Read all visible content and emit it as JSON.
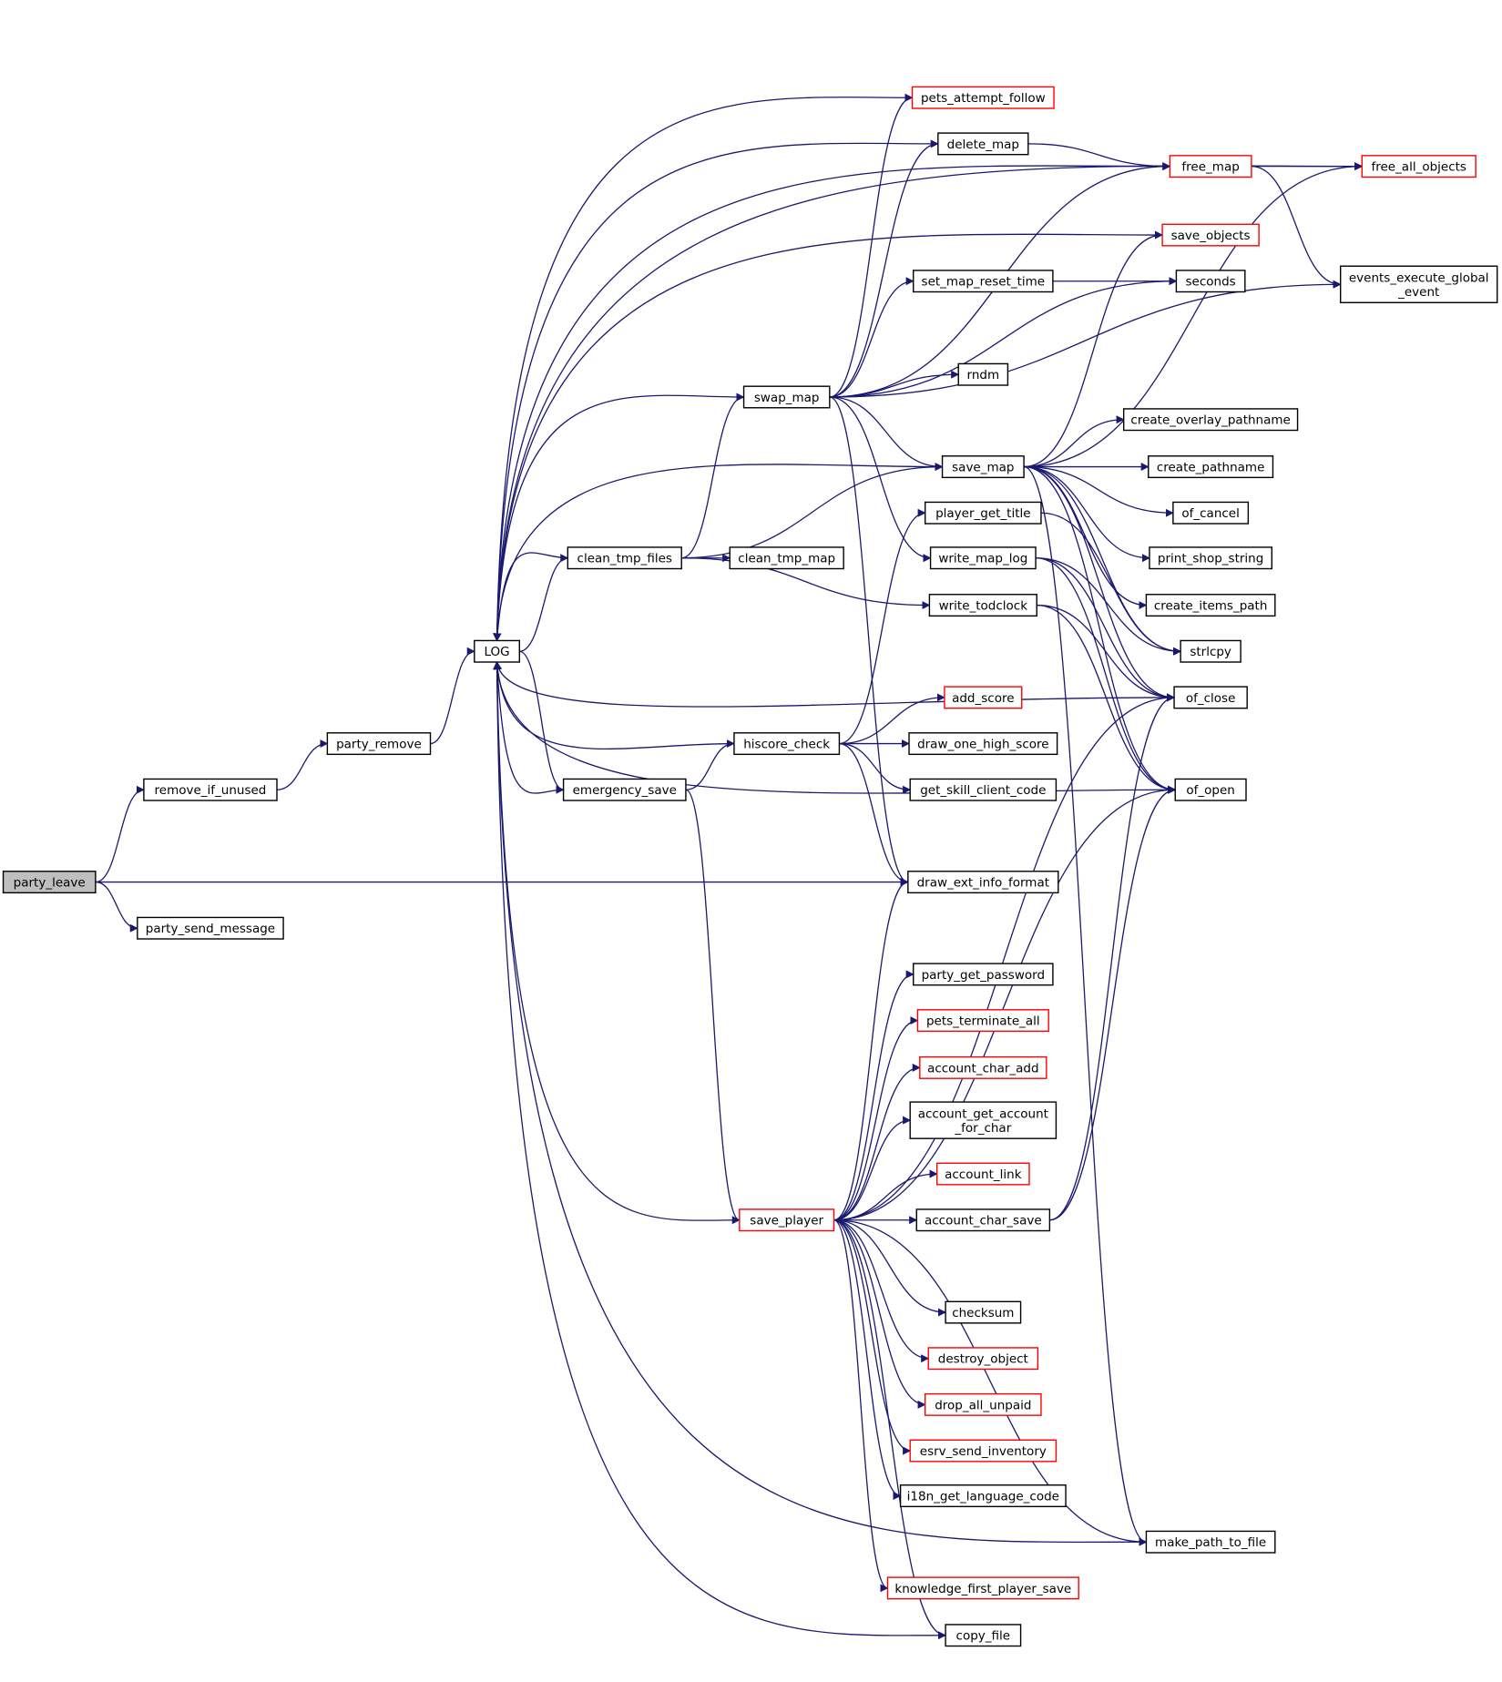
{
  "colors": {
    "edge": "#191970",
    "border_normal": "#000000",
    "border_truncated": "#ff0000",
    "root_fill": "#bfbfbf",
    "node_fill": "#ffffff"
  },
  "nodes": [
    {
      "id": "party_leave",
      "label": "party_leave",
      "style": "root"
    },
    {
      "id": "remove_if_unused",
      "label": "remove_if_unused",
      "style": "normal"
    },
    {
      "id": "party_send_message",
      "label": "party_send_message",
      "style": "normal"
    },
    {
      "id": "party_remove",
      "label": "party_remove",
      "style": "normal"
    },
    {
      "id": "LOG",
      "label": "LOG",
      "style": "normal"
    },
    {
      "id": "clean_tmp_files",
      "label": "clean_tmp_files",
      "style": "normal"
    },
    {
      "id": "emergency_save",
      "label": "emergency_save",
      "style": "normal"
    },
    {
      "id": "clean_tmp_map",
      "label": "clean_tmp_map",
      "style": "normal"
    },
    {
      "id": "swap_map",
      "label": "swap_map",
      "style": "normal"
    },
    {
      "id": "hiscore_check",
      "label": "hiscore_check",
      "style": "normal"
    },
    {
      "id": "save_player",
      "label": "save_player",
      "style": "truncated"
    },
    {
      "id": "pets_attempt_follow",
      "label": "pets_attempt_follow",
      "style": "truncated"
    },
    {
      "id": "delete_map",
      "label": "delete_map",
      "style": "normal"
    },
    {
      "id": "set_map_reset_time",
      "label": "set_map_reset_time",
      "style": "normal"
    },
    {
      "id": "rndm",
      "label": "rndm",
      "style": "normal"
    },
    {
      "id": "save_map",
      "label": "save_map",
      "style": "normal"
    },
    {
      "id": "player_get_title",
      "label": "player_get_title",
      "style": "normal"
    },
    {
      "id": "write_map_log",
      "label": "write_map_log",
      "style": "normal"
    },
    {
      "id": "write_todclock",
      "label": "write_todclock",
      "style": "normal"
    },
    {
      "id": "add_score",
      "label": "add_score",
      "style": "truncated"
    },
    {
      "id": "draw_one_high_score",
      "label": "draw_one_high_score",
      "style": "normal"
    },
    {
      "id": "get_skill_client_code",
      "label": "get_skill_client_code",
      "style": "normal"
    },
    {
      "id": "draw_ext_info_format",
      "label": "draw_ext_info_format",
      "style": "normal"
    },
    {
      "id": "party_get_password",
      "label": "party_get_password",
      "style": "normal"
    },
    {
      "id": "pets_terminate_all",
      "label": "pets_terminate_all",
      "style": "truncated"
    },
    {
      "id": "account_char_add",
      "label": "account_char_add",
      "style": "truncated"
    },
    {
      "id": "account_get_account_for_char",
      "label": "account_get_account\n_for_char",
      "style": "normal"
    },
    {
      "id": "account_link",
      "label": "account_link",
      "style": "truncated"
    },
    {
      "id": "account_char_save",
      "label": "account_char_save",
      "style": "normal"
    },
    {
      "id": "checksum",
      "label": "checksum",
      "style": "normal"
    },
    {
      "id": "destroy_object",
      "label": "destroy_object",
      "style": "truncated"
    },
    {
      "id": "drop_all_unpaid",
      "label": "drop_all_unpaid",
      "style": "truncated"
    },
    {
      "id": "esrv_send_inventory",
      "label": "esrv_send_inventory",
      "style": "truncated"
    },
    {
      "id": "i18n_get_language_code",
      "label": "i18n_get_language_code",
      "style": "normal"
    },
    {
      "id": "knowledge_first_player_save",
      "label": "knowledge_first_player_save",
      "style": "truncated"
    },
    {
      "id": "copy_file",
      "label": "copy_file",
      "style": "normal"
    },
    {
      "id": "free_map",
      "label": "free_map",
      "style": "truncated"
    },
    {
      "id": "save_objects",
      "label": "save_objects",
      "style": "truncated"
    },
    {
      "id": "seconds",
      "label": "seconds",
      "style": "normal"
    },
    {
      "id": "create_overlay_pathname",
      "label": "create_overlay_pathname",
      "style": "normal"
    },
    {
      "id": "create_pathname",
      "label": "create_pathname",
      "style": "normal"
    },
    {
      "id": "of_cancel",
      "label": "of_cancel",
      "style": "normal"
    },
    {
      "id": "print_shop_string",
      "label": "print_shop_string",
      "style": "normal"
    },
    {
      "id": "create_items_path",
      "label": "create_items_path",
      "style": "normal"
    },
    {
      "id": "strlcpy",
      "label": "strlcpy",
      "style": "normal"
    },
    {
      "id": "of_close",
      "label": "of_close",
      "style": "normal"
    },
    {
      "id": "of_open",
      "label": "of_open",
      "style": "normal"
    },
    {
      "id": "make_path_to_file",
      "label": "make_path_to_file",
      "style": "normal"
    },
    {
      "id": "free_all_objects",
      "label": "free_all_objects",
      "style": "truncated"
    },
    {
      "id": "events_execute_global_event",
      "label": "events_execute_global\n_event",
      "style": "normal"
    }
  ],
  "edges": [
    [
      "party_leave",
      "remove_if_unused"
    ],
    [
      "party_leave",
      "party_send_message"
    ],
    [
      "party_leave",
      "draw_ext_info_format"
    ],
    [
      "remove_if_unused",
      "party_remove"
    ],
    [
      "party_remove",
      "LOG"
    ],
    [
      "LOG",
      "clean_tmp_files"
    ],
    [
      "LOG",
      "emergency_save"
    ],
    [
      "clean_tmp_files",
      "clean_tmp_map"
    ],
    [
      "clean_tmp_files",
      "swap_map"
    ],
    [
      "clean_tmp_files",
      "save_map"
    ],
    [
      "clean_tmp_files",
      "write_todclock"
    ],
    [
      "clean_tmp_files",
      "LOG"
    ],
    [
      "emergency_save",
      "hiscore_check"
    ],
    [
      "emergency_save",
      "save_player"
    ],
    [
      "emergency_save",
      "LOG"
    ],
    [
      "swap_map",
      "pets_attempt_follow"
    ],
    [
      "swap_map",
      "delete_map"
    ],
    [
      "swap_map",
      "free_map"
    ],
    [
      "swap_map",
      "set_map_reset_time"
    ],
    [
      "swap_map",
      "seconds"
    ],
    [
      "swap_map",
      "rndm"
    ],
    [
      "swap_map",
      "save_map"
    ],
    [
      "swap_map",
      "write_map_log"
    ],
    [
      "swap_map",
      "draw_ext_info_format"
    ],
    [
      "swap_map",
      "events_execute_global_event"
    ],
    [
      "swap_map",
      "LOG"
    ],
    [
      "hiscore_check",
      "player_get_title"
    ],
    [
      "hiscore_check",
      "add_score"
    ],
    [
      "hiscore_check",
      "draw_one_high_score"
    ],
    [
      "hiscore_check",
      "get_skill_client_code"
    ],
    [
      "hiscore_check",
      "draw_ext_info_format"
    ],
    [
      "hiscore_check",
      "LOG"
    ],
    [
      "save_player",
      "draw_ext_info_format"
    ],
    [
      "save_player",
      "party_get_password"
    ],
    [
      "save_player",
      "pets_terminate_all"
    ],
    [
      "save_player",
      "account_char_add"
    ],
    [
      "save_player",
      "account_get_account_for_char"
    ],
    [
      "save_player",
      "account_link"
    ],
    [
      "save_player",
      "account_char_save"
    ],
    [
      "save_player",
      "checksum"
    ],
    [
      "save_player",
      "destroy_object"
    ],
    [
      "save_player",
      "drop_all_unpaid"
    ],
    [
      "save_player",
      "esrv_send_inventory"
    ],
    [
      "save_player",
      "i18n_get_language_code"
    ],
    [
      "save_player",
      "knowledge_first_player_save"
    ],
    [
      "save_player",
      "copy_file"
    ],
    [
      "save_player",
      "make_path_to_file"
    ],
    [
      "save_player",
      "of_close"
    ],
    [
      "save_player",
      "of_open"
    ],
    [
      "save_player",
      "LOG"
    ],
    [
      "delete_map",
      "free_map"
    ],
    [
      "delete_map",
      "LOG"
    ],
    [
      "pets_attempt_follow",
      "LOG"
    ],
    [
      "free_map",
      "free_all_objects"
    ],
    [
      "free_map",
      "events_execute_global_event"
    ],
    [
      "free_map",
      "LOG"
    ],
    [
      "free_all_objects",
      "LOG"
    ],
    [
      "set_map_reset_time",
      "seconds"
    ],
    [
      "save_map",
      "save_objects"
    ],
    [
      "save_map",
      "free_all_objects"
    ],
    [
      "save_map",
      "create_overlay_pathname"
    ],
    [
      "save_map",
      "create_pathname"
    ],
    [
      "save_map",
      "of_cancel"
    ],
    [
      "save_map",
      "print_shop_string"
    ],
    [
      "save_map",
      "create_items_path"
    ],
    [
      "save_map",
      "strlcpy"
    ],
    [
      "save_map",
      "of_close"
    ],
    [
      "save_map",
      "of_open"
    ],
    [
      "save_map",
      "make_path_to_file"
    ],
    [
      "save_map",
      "LOG"
    ],
    [
      "save_objects",
      "LOG"
    ],
    [
      "player_get_title",
      "strlcpy"
    ],
    [
      "write_map_log",
      "of_close"
    ],
    [
      "write_map_log",
      "of_open"
    ],
    [
      "write_map_log",
      "strlcpy"
    ],
    [
      "write_todclock",
      "of_close"
    ],
    [
      "write_todclock",
      "of_open"
    ],
    [
      "account_char_save",
      "of_close"
    ],
    [
      "account_char_save",
      "of_open"
    ],
    [
      "of_close",
      "LOG"
    ],
    [
      "of_open",
      "LOG"
    ],
    [
      "make_path_to_file",
      "LOG"
    ],
    [
      "copy_file",
      "LOG"
    ]
  ]
}
